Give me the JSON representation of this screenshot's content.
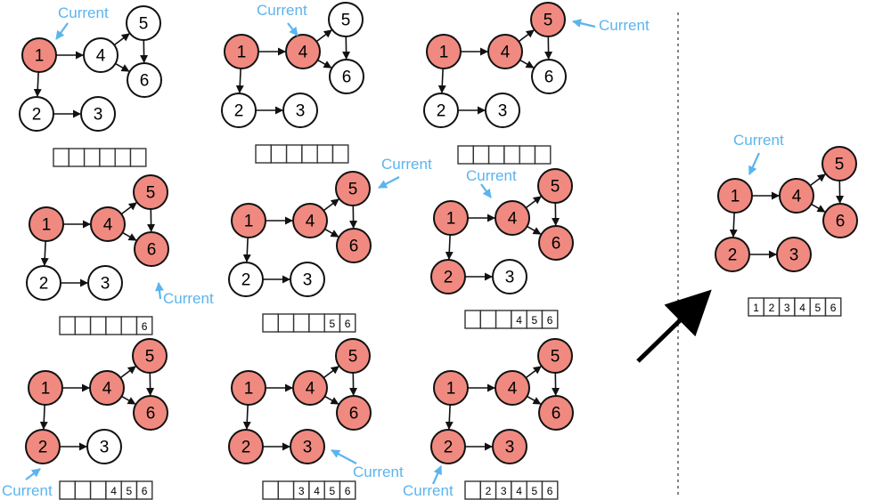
{
  "colors": {
    "visited_fill": "#f08a80",
    "unvisited_fill": "#ffffff",
    "stroke": "#111111",
    "current_accent": "#5bb4ee"
  },
  "current_label": "Current",
  "node_labels": [
    "1",
    "2",
    "3",
    "4",
    "5",
    "6"
  ],
  "edges": [
    [
      "1",
      "4"
    ],
    [
      "1",
      "2"
    ],
    [
      "2",
      "3"
    ],
    [
      "4",
      "5"
    ],
    [
      "4",
      "6"
    ],
    [
      "5",
      "6"
    ]
  ],
  "panels": [
    {
      "visited": [
        "1"
      ],
      "current": "1",
      "stack": [
        "",
        "",
        "",
        "",
        "",
        ""
      ]
    },
    {
      "visited": [
        "1",
        "4"
      ],
      "current": "4",
      "stack": [
        "",
        "",
        "",
        "",
        "",
        ""
      ]
    },
    {
      "visited": [
        "1",
        "4",
        "5"
      ],
      "current": "5",
      "stack": [
        "",
        "",
        "",
        "",
        "",
        ""
      ]
    },
    {
      "visited": [
        "1",
        "4",
        "5",
        "6"
      ],
      "current": "6",
      "stack": [
        "",
        "",
        "",
        "",
        "",
        "6"
      ]
    },
    {
      "visited": [
        "1",
        "4",
        "5",
        "6"
      ],
      "current": "5",
      "stack": [
        "",
        "",
        "",
        "",
        "5",
        "6"
      ]
    },
    {
      "visited": [
        "1",
        "2",
        "4",
        "5",
        "6"
      ],
      "current": "4",
      "stack": [
        "",
        "",
        "",
        "4",
        "5",
        "6"
      ]
    },
    {
      "visited": [
        "1",
        "2",
        "4",
        "5",
        "6"
      ],
      "current": "2",
      "stack": [
        "",
        "",
        "",
        "4",
        "5",
        "6"
      ]
    },
    {
      "visited": [
        "1",
        "2",
        "3",
        "4",
        "5",
        "6"
      ],
      "current": "3",
      "stack": [
        "",
        "",
        "3",
        "4",
        "5",
        "6"
      ]
    },
    {
      "visited": [
        "1",
        "2",
        "3",
        "4",
        "5",
        "6"
      ],
      "current": "2",
      "stack": [
        "",
        "2",
        "3",
        "4",
        "5",
        "6"
      ]
    },
    {
      "visited": [
        "1",
        "2",
        "3",
        "4",
        "5",
        "6"
      ],
      "current": "1",
      "stack": [
        "1",
        "2",
        "3",
        "4",
        "5",
        "6"
      ]
    }
  ]
}
